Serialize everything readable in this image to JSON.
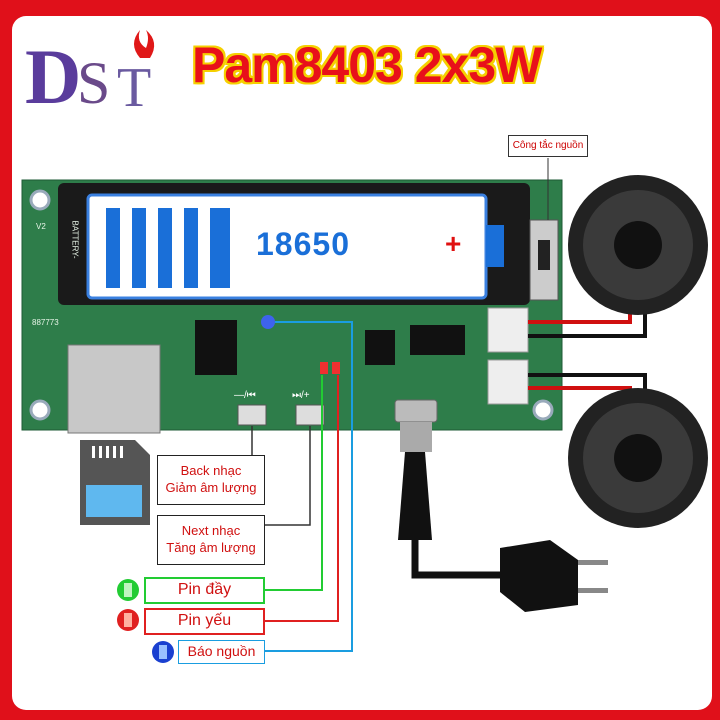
{
  "header": {
    "title": "Pam8403 2x3W",
    "logo_text": "DST"
  },
  "board": {
    "battery_label": "18650",
    "battery_plus": "+",
    "silk_battery": "BATTERY-",
    "silk_code": "887773",
    "silk_version": "V2",
    "button_back_symbol": "—/⏮",
    "button_next_symbol": "⏭/+"
  },
  "callouts": {
    "switch": "Công tắc  nguồn",
    "back": [
      "Back nhạc",
      "Giảm âm lượng"
    ],
    "next": [
      "Next nhạc",
      "Tăng âm lượng"
    ],
    "led_full": "Pin đầy",
    "led_low": "Pin yếu",
    "led_power": "Báo nguồn"
  },
  "colors": {
    "frame": "#e0101a",
    "pcb": "#2e7d4a",
    "led_green": "#22cc33",
    "led_red": "#e02020",
    "led_blue": "#1a9de0",
    "battery_blue": "#1a6fd8"
  }
}
